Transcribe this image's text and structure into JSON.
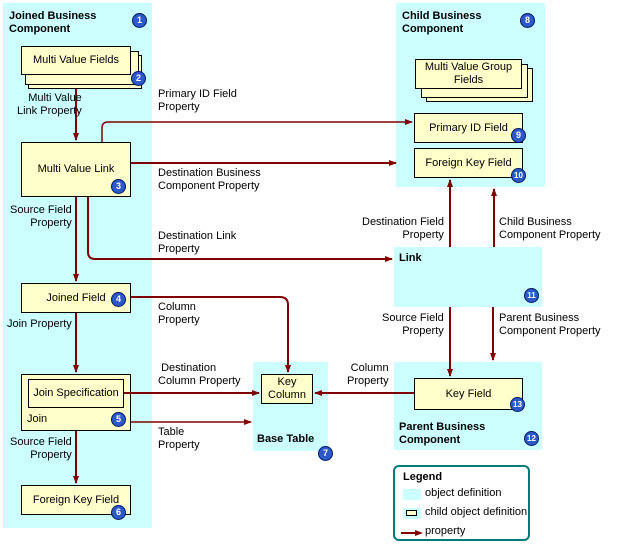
{
  "diagram": {
    "objects": {
      "joined_bc": {
        "title_line1": "Joined Business",
        "title_line2": "Component",
        "badge": "1"
      },
      "child_bc": {
        "title_line1": "Child Business",
        "title_line2": "Component",
        "badge": "8"
      },
      "base_table": {
        "title": "Base Table",
        "badge": "7"
      },
      "link": {
        "title": "Link",
        "badge": "11"
      },
      "parent_bc": {
        "title_line1": "Parent Business",
        "title_line2": "Component",
        "badge": "12"
      }
    },
    "child_objects": {
      "multi_value_fields": {
        "label": "Multi Value Fields",
        "badge": "2"
      },
      "multi_value_link": {
        "label": "Multi Value Link",
        "badge": "3"
      },
      "joined_field": {
        "label": "Joined Field",
        "badge": "4"
      },
      "join": {
        "label": "Join",
        "inner_label": "Join Specification",
        "badge": "5"
      },
      "foreign_key_field_left": {
        "label": "Foreign Key Field",
        "badge": "6"
      },
      "key_column": {
        "label_line1": "Key",
        "label_line2": "Column"
      },
      "mvg_fields": {
        "label_line1": "Multi Value Group",
        "label_line2": "Fields"
      },
      "primary_id_field": {
        "label": "Primary ID Field",
        "badge": "9"
      },
      "foreign_key_field_right": {
        "label": "Foreign Key Field",
        "badge": "10"
      },
      "key_field": {
        "label": "Key Field",
        "badge": "13"
      }
    },
    "properties": {
      "mvl_property": {
        "line1": "Multi Value",
        "line2": "Link Property"
      },
      "primary_id_field_property": {
        "line1": "Primary ID Field",
        "line2": "Property"
      },
      "dest_bc_property": {
        "line1": "Destination Business",
        "line2": "Component Property"
      },
      "source_field_property_1": {
        "line1": "Source Field",
        "line2": "Property"
      },
      "dest_link_property": {
        "line1": "Destination  Link",
        "line2": "Property"
      },
      "join_property": {
        "line1": "Join Property"
      },
      "column_property_left": {
        "line1": "Column",
        "line2": "Property"
      },
      "dest_column_property": {
        "line1": "Destination",
        "line2": "Column Property"
      },
      "table_property": {
        "line1": "Table",
        "line2": "Property"
      },
      "source_field_property_2": {
        "line1": "Source Field",
        "line2": "Property"
      },
      "dest_field_property": {
        "line1": "Destination Field",
        "line2": "Property"
      },
      "child_bc_property": {
        "line1": "Child Business",
        "line2": "Component Property"
      },
      "source_field_property_3": {
        "line1": "Source Field",
        "line2": "Property"
      },
      "parent_bc_property": {
        "line1": "Parent Business",
        "line2": "Component Property"
      },
      "column_property_right": {
        "line1": "Column",
        "line2": "Property"
      }
    }
  },
  "legend": {
    "title": "Legend",
    "items": [
      {
        "label": "object definition"
      },
      {
        "label": "child object definition"
      },
      {
        "label": "property"
      }
    ]
  },
  "colors": {
    "object_definition": "#ccffff",
    "child_object_definition": "#ffffcc",
    "property_arrow": "#800000",
    "badge": "#2d59c8",
    "legend_border": "#007b7b"
  }
}
